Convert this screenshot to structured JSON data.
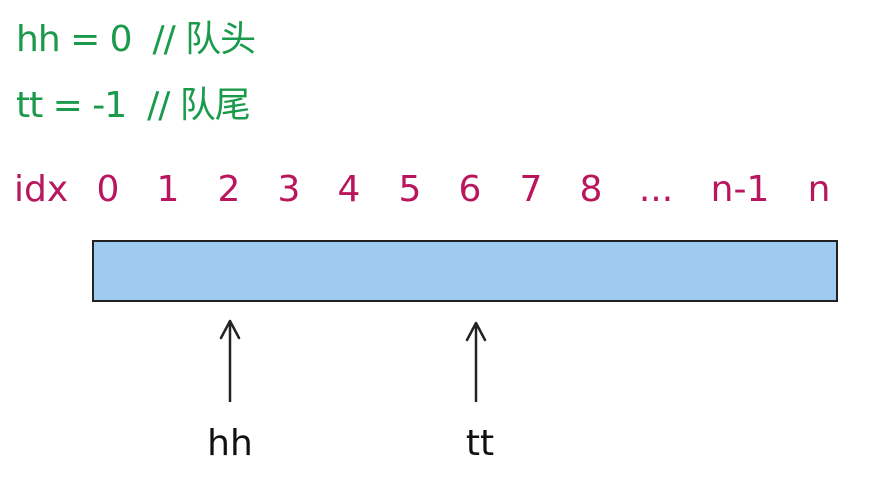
{
  "code": {
    "hh_line": "hh = 0  // 队头",
    "tt_line": "tt = -1  // 队尾"
  },
  "index_row": {
    "label": "idx",
    "indices": [
      "0",
      "1",
      "2",
      "3",
      "4",
      "5",
      "6",
      "7",
      "8",
      "...",
      "n-1",
      "n"
    ]
  },
  "pointers": {
    "hh_label": "hh",
    "tt_label": "tt"
  },
  "colors": {
    "code_text": "#1a9a4a",
    "index_text": "#b8175e",
    "queue_fill": "#9ecbef",
    "outline": "#222222"
  }
}
